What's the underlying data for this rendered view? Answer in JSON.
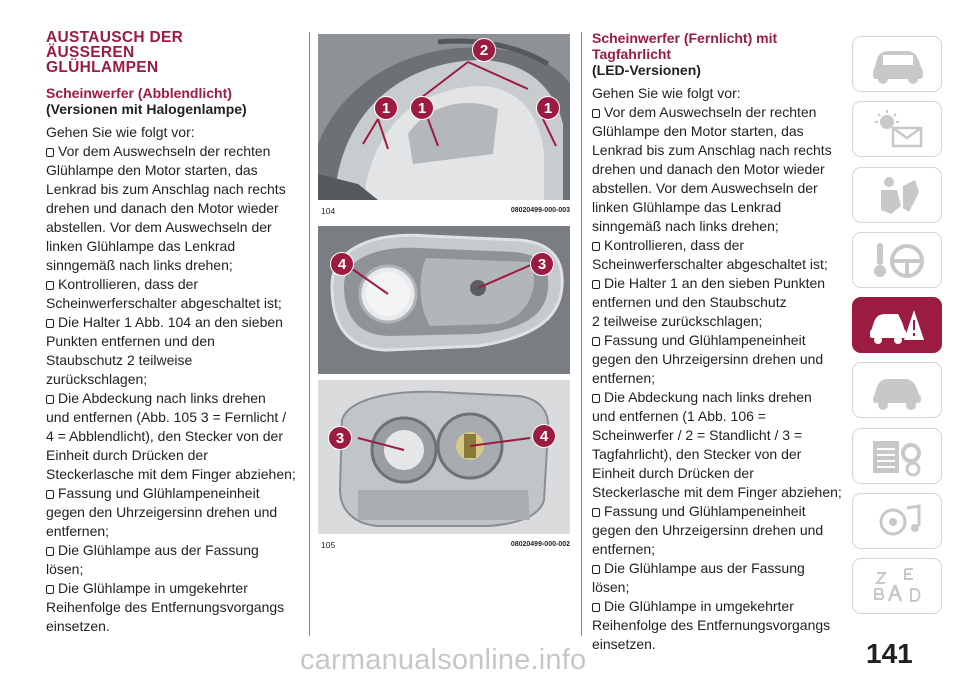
{
  "col1": {
    "title": "AUSTAUSCH DER ÄUSSEREN GLÜHLAMPEN",
    "title_lines": [
      "AUSTAUSCH DER",
      "ÄUSSEREN",
      "GLÜHLAMPEN"
    ],
    "subtitle": "Scheinwerfer (Abblendlicht)",
    "subtitle2": "(Versionen mit Halogenlampe)",
    "intro": "Gehen Sie wie folgt vor:",
    "items": [
      [
        "Vor dem Auswechseln der rechten",
        "Glühlampe den Motor starten, das",
        "Lenkrad bis zum Anschlag nach rechts",
        "drehen und danach den Motor wieder",
        "abstellen. Vor dem Auswechseln der",
        "linken Glühlampe das Lenkrad",
        "sinngemäß nach links drehen;"
      ],
      [
        "Kontrollieren, dass der",
        "Scheinwerferschalter abgeschaltet ist;"
      ],
      [
        "Die Halter 1 Abb. 104 an den sieben",
        "Punkten entfernen und den",
        "Staubschutz 2 teilweise",
        "zurückschlagen;"
      ],
      [
        "Die Abdeckung nach links drehen",
        "und entfernen (Abb. 105 3 = Fernlicht /",
        "4 = Abblendlicht), den Stecker von der",
        "Einheit durch Drücken der",
        "Steckerlasche mit dem Finger abziehen;"
      ],
      [
        "Fassung und Glühlampeneinheit",
        "gegen den Uhrzeigersinn drehen und",
        "entfernen;"
      ],
      [
        "Die Glühlampe aus der Fassung",
        "lösen;"
      ],
      [
        "Die Glühlampe in umgekehrter",
        "Reihenfolge des Entfernungsvorgangs",
        "einsetzen."
      ]
    ]
  },
  "col2": {
    "figures": [
      {
        "number": "104",
        "code": "08020499-000-003",
        "callouts": [
          "1",
          "1",
          "1",
          "2"
        ]
      },
      {
        "number": "",
        "code": "",
        "callouts": [
          "4",
          "3"
        ]
      },
      {
        "number": "105",
        "code": "08020499-000-002",
        "callouts": [
          "3",
          "4"
        ]
      }
    ]
  },
  "col3": {
    "title_lines": [
      "Scheinwerfer (Fernlicht) mit",
      "Tagfahrlicht"
    ],
    "subtitle": "(LED-Versionen)",
    "intro": "Gehen Sie wie folgt vor:",
    "items": [
      [
        "Vor dem Auswechseln der rechten",
        "Glühlampe den Motor starten, das",
        "Lenkrad bis zum Anschlag nach rechts",
        "drehen und danach den Motor wieder",
        "abstellen. Vor dem Auswechseln der",
        "linken Glühlampe das Lenkrad",
        "sinngemäß nach links drehen;"
      ],
      [
        "Kontrollieren, dass der",
        "Scheinwerferschalter abgeschaltet ist;"
      ],
      [
        "Die Halter 1 an den sieben Punkten",
        "entfernen und den Staubschutz",
        "2 teilweise zurückschlagen;"
      ],
      [
        "Fassung und Glühlampeneinheit",
        "gegen den Uhrzeigersinn drehen und",
        "entfernen;"
      ],
      [
        "Die Abdeckung nach links drehen",
        "und entfernen (1 Abb. 106 =",
        "Scheinwerfer / 2 = Standlicht / 3 =",
        "Tagfahrlicht), den Stecker von der",
        "Einheit durch Drücken der",
        "Steckerlasche mit dem Finger abziehen;"
      ],
      [
        "Fassung und Glühlampeneinheit",
        "gegen den Uhrzeigersinn drehen und",
        "entfernen;"
      ],
      [
        "Die Glühlampe aus der Fassung",
        "lösen;"
      ],
      [
        "Die Glühlampe in umgekehrter",
        "Reihenfolge des Entfernungsvorgangs",
        "einsetzen."
      ]
    ]
  },
  "sidebar": {
    "tabs": [
      "car-dashboard-icon",
      "warning-lights-icon",
      "safety-airbag-icon",
      "starting-driving-icon",
      "emergency-icon",
      "maintenance-icon",
      "technical-data-icon",
      "multimedia-icon",
      "index-icon"
    ],
    "active_index": 4
  },
  "page_number": "141",
  "watermark": "carmanualsonline.info",
  "colors": {
    "accent": "#9b1b41",
    "tab_border": "#d4d6d8",
    "icon_gray": "#c6c8ca"
  }
}
